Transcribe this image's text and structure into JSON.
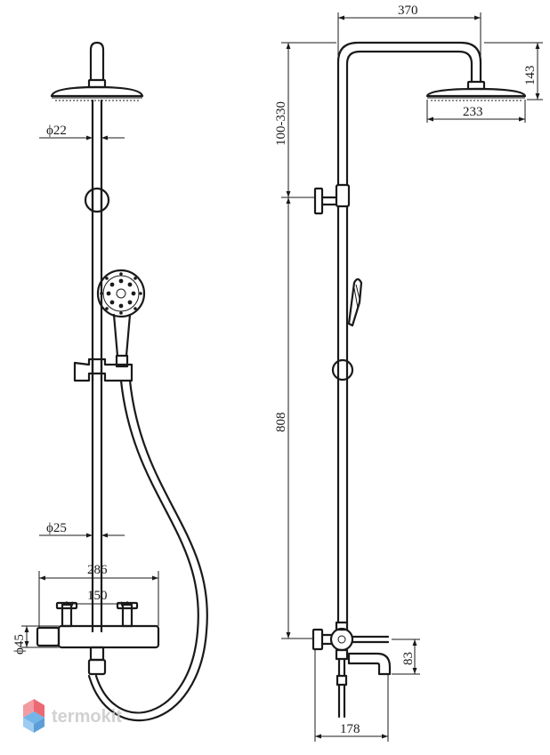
{
  "front_view": {
    "pipe_diameter_top": "ϕ22",
    "pipe_diameter_bottom": "ϕ25",
    "mixer_width": "286",
    "inlet_spacing": "150",
    "mixer_diameter": "ϕ45"
  },
  "side_view": {
    "arm_length": "370",
    "head_drop": "143",
    "head_diameter": "233",
    "height_adjust": "100-330",
    "riser_height": "808",
    "spout_drop": "83",
    "spout_projection": "178"
  },
  "watermark": {
    "brand": "termokit"
  },
  "colors": {
    "line": "#1a1a1a",
    "watermark": "#c9c9c9",
    "logo_red": "#e8505b",
    "logo_blue": "#5aa9e6"
  }
}
